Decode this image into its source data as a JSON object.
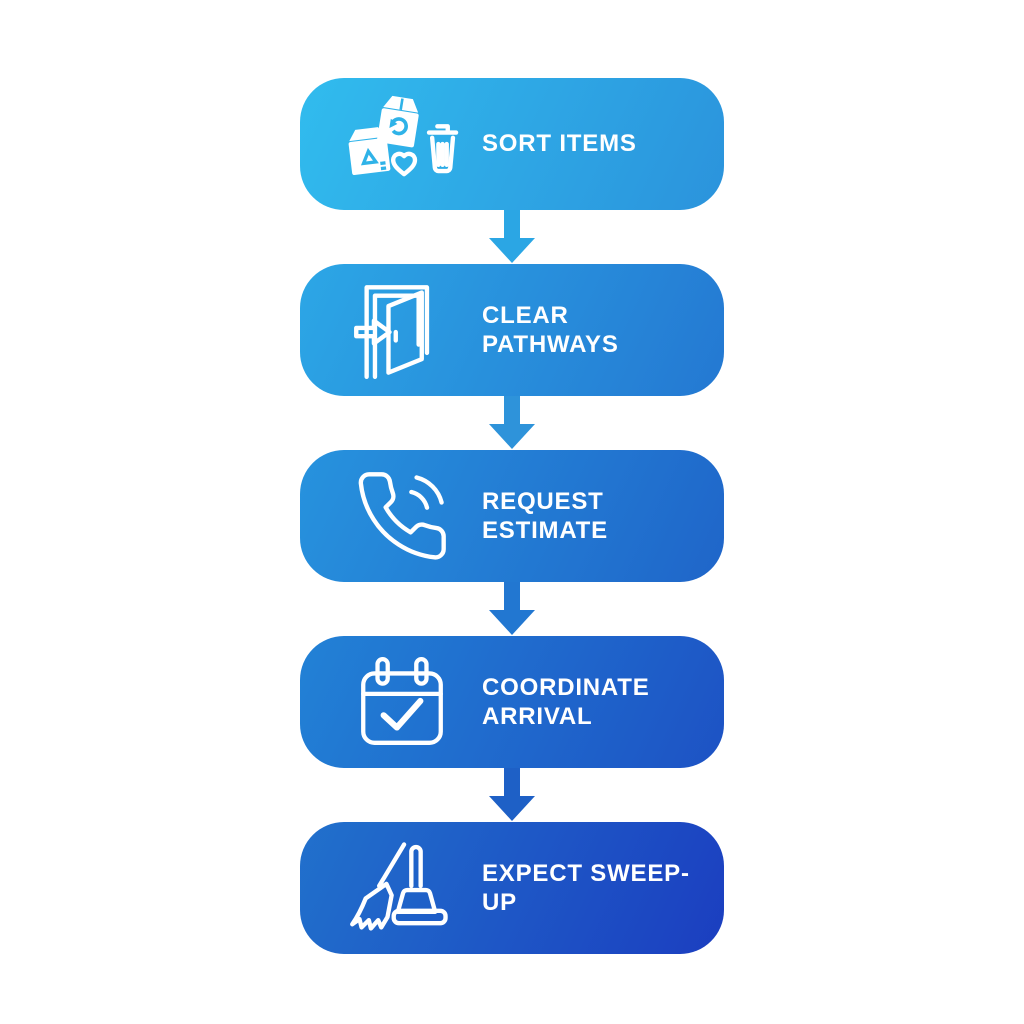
{
  "page": {
    "background_color": "#ffffff",
    "text_color": "#ffffff"
  },
  "flow": {
    "type": "vertical-process-flowchart",
    "steps": [
      {
        "label": "SORT ITEMS",
        "icon": "sort-items-icon",
        "gradient_from": "#31BCEE",
        "gradient_to": "#2B93DC",
        "arrow_color": "#2BA6E4"
      },
      {
        "label": "CLEAR PATHWAYS",
        "icon": "open-door-arrow-icon",
        "gradient_from": "#2CA7E6",
        "gradient_to": "#2478D2",
        "arrow_color": "#2E93DA"
      },
      {
        "label": "REQUEST ESTIMATE",
        "icon": "phone-call-icon",
        "gradient_from": "#2793DE",
        "gradient_to": "#1F65C9",
        "arrow_color": "#2277D1"
      },
      {
        "label": "COORDINATE ARRIVAL",
        "icon": "calendar-check-icon",
        "gradient_from": "#2282D6",
        "gradient_to": "#1D52C4",
        "arrow_color": "#1E60C6"
      },
      {
        "label": "EXPECT SWEEP-UP",
        "icon": "broom-dustpan-icon",
        "gradient_from": "#2171CC",
        "gradient_to": "#1B3EC0",
        "arrow_color": null
      }
    ]
  }
}
